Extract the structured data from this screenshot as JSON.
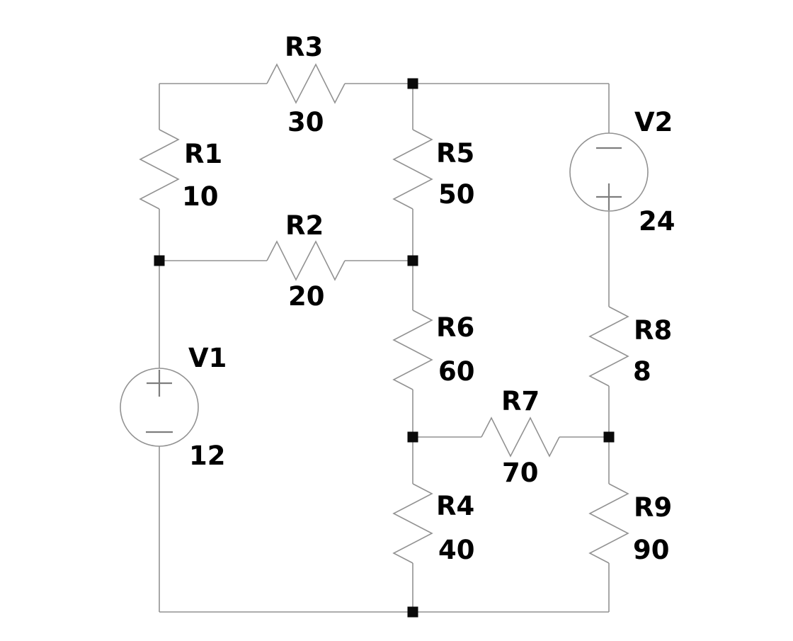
{
  "circuit": {
    "kind": "dc-resistive-network-schematic",
    "components": {
      "R1": {
        "label": "R1",
        "value": "10",
        "type": "resistor",
        "orientation": "vertical"
      },
      "R2": {
        "label": "R2",
        "value": "20",
        "type": "resistor",
        "orientation": "horizontal"
      },
      "R3": {
        "label": "R3",
        "value": "30",
        "type": "resistor",
        "orientation": "horizontal"
      },
      "R4": {
        "label": "R4",
        "value": "40",
        "type": "resistor",
        "orientation": "vertical"
      },
      "R5": {
        "label": "R5",
        "value": "50",
        "type": "resistor",
        "orientation": "vertical"
      },
      "R6": {
        "label": "R6",
        "value": "60",
        "type": "resistor",
        "orientation": "vertical"
      },
      "R7": {
        "label": "R7",
        "value": "70",
        "type": "resistor",
        "orientation": "horizontal"
      },
      "R8": {
        "label": "R8",
        "value": "8",
        "type": "resistor",
        "orientation": "vertical"
      },
      "R9": {
        "label": "R9",
        "value": "90",
        "type": "resistor",
        "orientation": "vertical"
      },
      "V1": {
        "label": "V1",
        "value": "12",
        "type": "voltage-source",
        "polarity": "plus-on-top"
      },
      "V2": {
        "label": "V2",
        "value": "24",
        "type": "voltage-source",
        "polarity": "minus-on-top"
      }
    },
    "junction_count": 6,
    "colors": {
      "background": "#ffffff",
      "wire": "#929292",
      "text": "#000000",
      "junction_dot": "#0a0a0a"
    }
  }
}
